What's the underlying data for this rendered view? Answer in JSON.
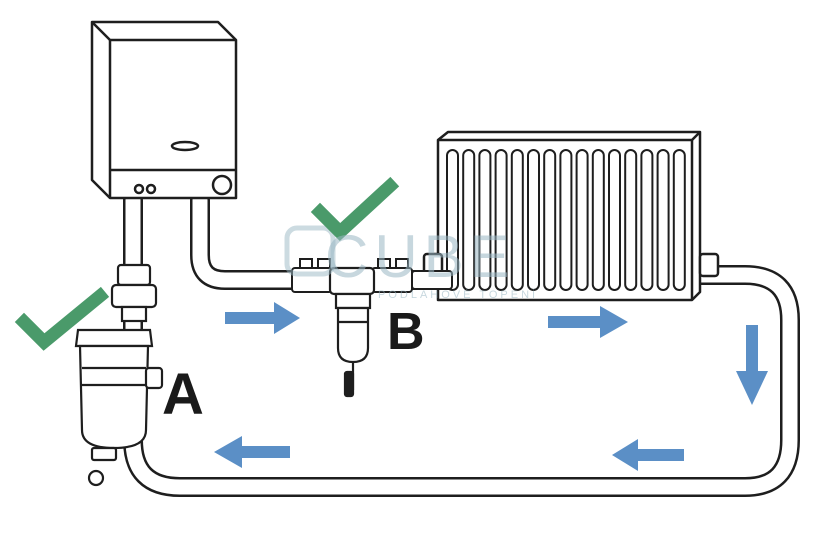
{
  "labels": {
    "filter_a": "A",
    "filter_b": "B"
  },
  "watermark": {
    "brand": "CUBE",
    "tagline": "PODLAHOVÉ TOPENÍ"
  },
  "colors": {
    "flow_arrow": "#5b8fc6",
    "check_mark": "#4a9a6a",
    "outline": "#1e1e1e",
    "watermark": "#9ab7c4"
  },
  "icons": [
    "boiler",
    "radiator",
    "magnetic-filter",
    "check-mark",
    "flow-arrow"
  ]
}
